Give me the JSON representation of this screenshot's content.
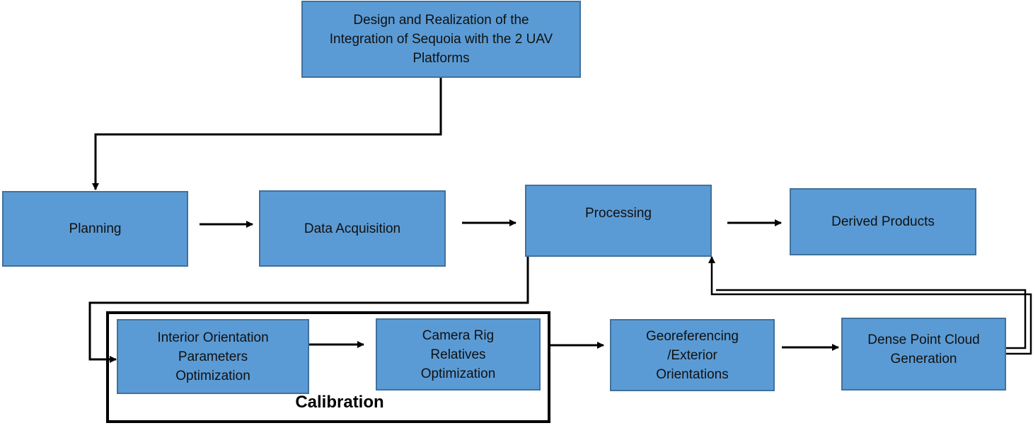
{
  "colors": {
    "box_fill": "#5b9bd5",
    "box_border": "#41719c",
    "arrow": "#000000",
    "text": "#111111"
  },
  "nodes": {
    "design": "Design and Realization of the\nIntegration of Sequoia with the 2 UAV\nPlatforms",
    "planning": "Planning",
    "data_acquisition": "Data Acquisition",
    "processing": "Processing",
    "derived_products": "Derived Products",
    "interior_orientation": "Interior Orientation\nParameters\nOptimization",
    "camera_rig": "Camera Rig\nRelatives\nOptimization",
    "georeferencing": "Georeferencing\n/Exterior\nOrientations",
    "dense_point_cloud": "Dense Point Cloud\nGeneration"
  },
  "group": {
    "calibration_label": "Calibration"
  }
}
